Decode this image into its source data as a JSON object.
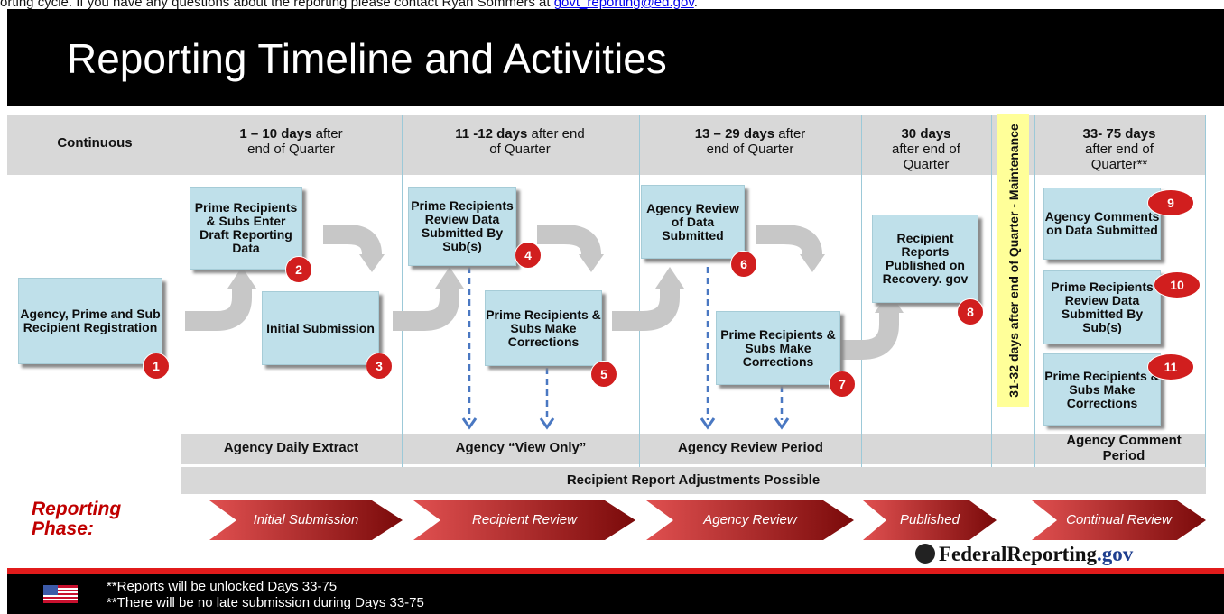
{
  "intro": {
    "text": "orting cycle.  If you have any questions about the reporting please contact Ryan Sommers at ",
    "link": "govt_reporting@ed.gov",
    "tail": "."
  },
  "title": "Reporting Timeline and Activities",
  "columns": [
    {
      "label": "Continuous"
    },
    {
      "label_bold": "1 – 10 days",
      "label_rest": " after",
      "label_line2": "end of Quarter"
    },
    {
      "label_bold": "11 -12 days",
      "label_rest": " after end",
      "label_line2": "of Quarter"
    },
    {
      "label_bold": "13 – 29 days",
      "label_rest": " after",
      "label_line2": "end of Quarter"
    },
    {
      "label_bold": "30 days",
      "label_rest": "",
      "label_line2": "after end of",
      "label_line3": "Quarter"
    },
    {
      "label_bold": "33- 75 days",
      "label_rest": "",
      "label_line2": "after end of",
      "label_line3": "Quarter**"
    }
  ],
  "maintenance": "31-32 days after end of Quarter - Maintenance",
  "steps": [
    {
      "num": "1",
      "label": "Agency, Prime and Sub Recipient Registration"
    },
    {
      "num": "2",
      "label": "Prime Recipients & Subs Enter Draft Reporting Data"
    },
    {
      "num": "3",
      "label": "Initial Submission"
    },
    {
      "num": "4",
      "label": "Prime Recipients Review Data Submitted By Sub(s)"
    },
    {
      "num": "5",
      "label": "Prime Recipients & Subs Make Corrections"
    },
    {
      "num": "6",
      "label": "Agency Review of Data Submitted"
    },
    {
      "num": "7",
      "label": "Prime Recipients & Subs Make Corrections"
    },
    {
      "num": "8",
      "label": "Recipient Reports Published on Recovery. gov"
    },
    {
      "num": "9",
      "label": "Agency Comments on Data Submitted"
    },
    {
      "num": "10",
      "label": "Prime Recipients Review Data Submitted By Sub(s)"
    },
    {
      "num": "11",
      "label": "Prime Recipients & Subs Make Corrections"
    }
  ],
  "periods": [
    {
      "label": "Agency Daily Extract"
    },
    {
      "label": "Agency “View Only”"
    },
    {
      "label": "Agency Review Period"
    },
    {
      "label": "Agency Comment Period"
    }
  ],
  "adjustments": "Recipient Report Adjustments Possible",
  "phase_label": "Reporting Phase:",
  "phases": [
    {
      "label": "Initial Submission"
    },
    {
      "label": "Recipient Review"
    },
    {
      "label": "Agency Review"
    },
    {
      "label": "Published"
    },
    {
      "label": "Continual Review"
    }
  ],
  "logo": {
    "main": "FederalReporting",
    "suffix": ".gov"
  },
  "footer_notes": [
    "**Reports will be unlocked Days 33-75",
    "**There will be no late submission during Days 33-75"
  ],
  "colors": {
    "box_fill": "#bfe0ea",
    "badge": "#d11e1e",
    "phase_arrow": "#8b1010",
    "header_band": "#d8d8d8",
    "maintenance": "#ffff99"
  }
}
